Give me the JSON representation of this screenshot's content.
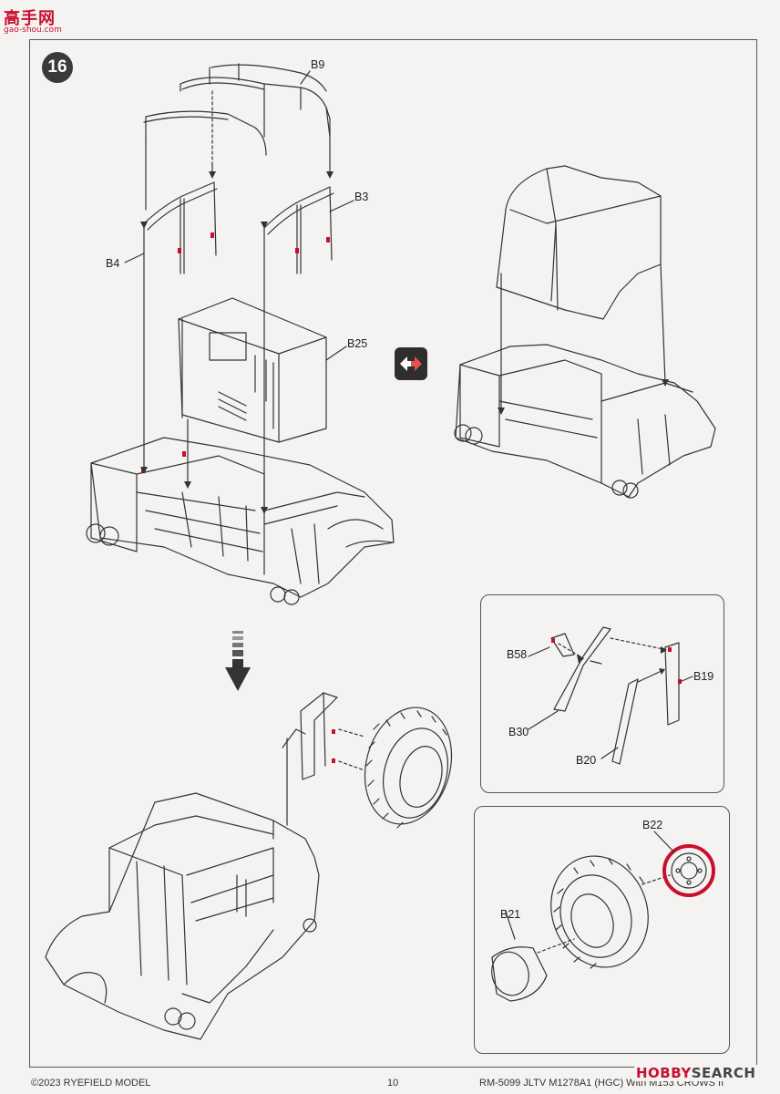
{
  "watermark_top": {
    "title": "高手网",
    "url": "gao-shou.com"
  },
  "step_number": "16",
  "labels": {
    "b9": "B9",
    "b3": "B3",
    "b4": "B4",
    "b25": "B25",
    "b58": "B58",
    "b19": "B19",
    "b30": "B30",
    "b20": "B20",
    "b22": "B22",
    "b21": "B21"
  },
  "footer": {
    "copyright": "©2023 RYEFIELD MODEL",
    "page_number": "10",
    "model_title": "RM-5099 JLTV M1278A1 (HGC) With M153 CROWS II"
  },
  "watermark_bottom": {
    "brand": "HOBBY",
    "suffix": "SEARCH"
  },
  "colors": {
    "accent_red": "#c8102e",
    "line": "#333333",
    "badge": "#3a3a3a"
  },
  "icons": [
    "alternative-arrow-icon",
    "down-arrow-icon"
  ]
}
